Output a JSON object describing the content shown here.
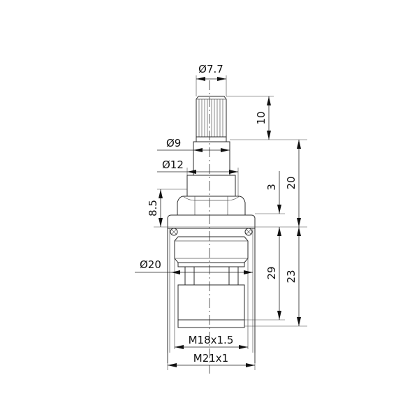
{
  "drawing": {
    "title": "Cartridge technical drawing",
    "line_color": "#222222",
    "background": "#ffffff",
    "dimensions": {
      "stem_diameter": "Ø7.7",
      "neck_diameter": "Ø9",
      "shoulder_diameter": "Ø12",
      "body_diameter": "Ø20",
      "inner_thread": "M18x1.5",
      "outer_thread": "M21x1",
      "stem_height": "10",
      "upper_height": "20",
      "hex_offset": "3",
      "hex_height": "8.5",
      "body_height": "29",
      "lower_height": "23"
    }
  }
}
